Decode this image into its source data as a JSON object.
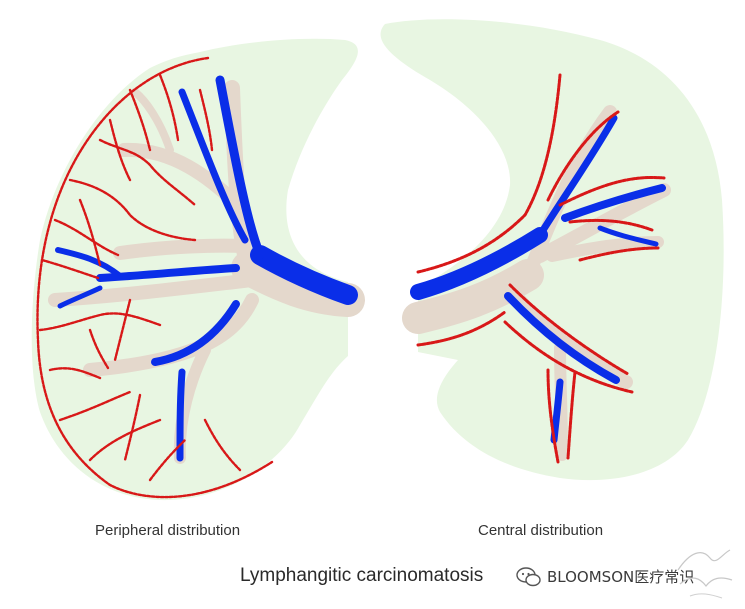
{
  "figure": {
    "title": "Lymphangitic carcinomatosis",
    "panels": [
      {
        "id": "left",
        "caption": "Peripheral distribution"
      },
      {
        "id": "right",
        "caption": "Central distribution"
      }
    ]
  },
  "watermark": {
    "icon": "wechat-icon",
    "text": "BLOOMSON医疗常识"
  },
  "colors": {
    "lung_fill": "#e8f6e2",
    "bronchus": "#e4d8cc",
    "vessel": "#0a2ee8",
    "lymphatic": "#d81818"
  }
}
